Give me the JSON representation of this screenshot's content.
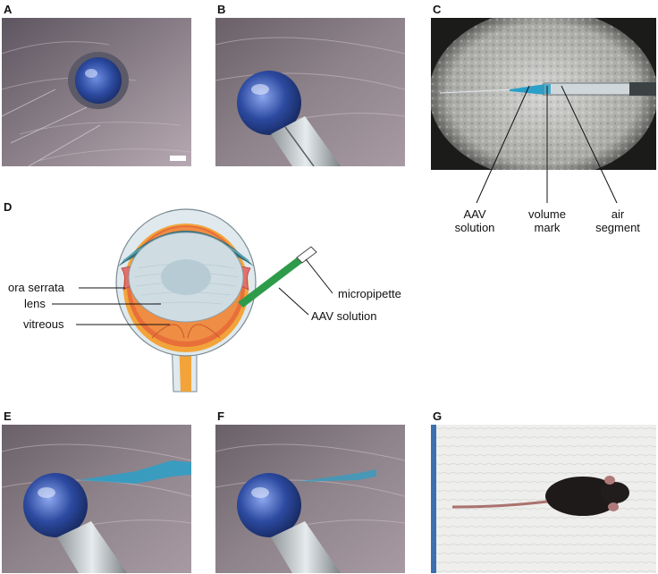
{
  "panels": {
    "a": "A",
    "b": "B",
    "c": "C",
    "d": "D",
    "e": "E",
    "f": "F",
    "g": "G"
  },
  "panel_c_labels": {
    "aav_line1": "AAV",
    "aav_line2": "solution",
    "volume_line1": "volume",
    "volume_line2": "mark",
    "air_line1": "air",
    "air_line2": "segment"
  },
  "panel_d_labels": {
    "ora_serrata": "ora serrata",
    "lens": "lens",
    "vitreous": "vitreous",
    "micropipette": "micropipette",
    "aav_solution": "AAV solution"
  },
  "colors": {
    "fur": "#7a6f78",
    "eye_blue": "#2f4f9a",
    "pipette_fill": "#2aa0c8",
    "retina": "#e2703a",
    "sclera": "#dfe9ee",
    "cornea": "#2f6f7d",
    "injection": "#2e9b4a"
  }
}
